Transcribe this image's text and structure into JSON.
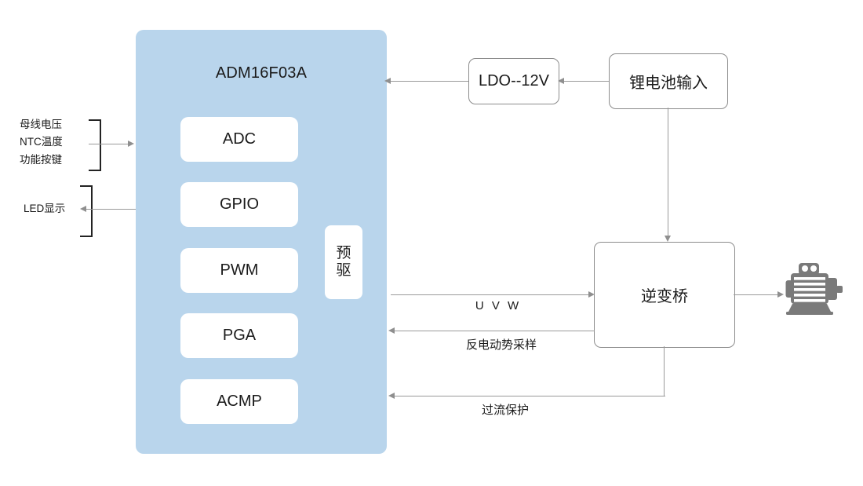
{
  "diagram": {
    "title": "ADM16F03A",
    "mcu": {
      "label": "ADM16F03A",
      "peripherals": [
        {
          "name": "adc",
          "label": "ADC"
        },
        {
          "name": "gpio",
          "label": "GPIO"
        },
        {
          "name": "pwm",
          "label": "PWM"
        },
        {
          "name": "pga",
          "label": "PGA"
        },
        {
          "name": "acmp",
          "label": "ACMP"
        }
      ],
      "predriver_label": "预驱"
    },
    "blocks": {
      "ldo": "LDO--12V",
      "battery": "锂电池输入",
      "inverter": "逆变桥",
      "motor": "motor-icon"
    },
    "inputs": {
      "group1": [
        "母线电压",
        "NTC温度",
        "功能按键"
      ],
      "group2": [
        "LED显示"
      ]
    },
    "edges": {
      "uvw": "U V W",
      "bemf": "反电动势采样",
      "ocp": "过流保护"
    },
    "colors": {
      "mcu_fill": "#b9d5ec",
      "block_border": "#8c8c8c",
      "line": "#9a9a9a",
      "bracket": "#232323",
      "motor": "#7a7a7a",
      "text": "#1a1a1a",
      "background": "#ffffff"
    }
  }
}
